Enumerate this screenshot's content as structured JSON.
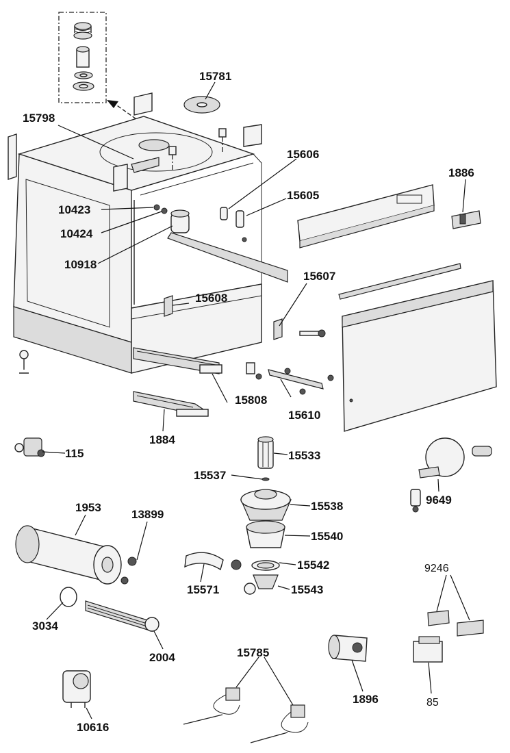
{
  "parts": [
    {
      "id": "p15781",
      "label": "15781"
    },
    {
      "id": "p15798",
      "label": "15798"
    },
    {
      "id": "p15606",
      "label": "15606"
    },
    {
      "id": "p1886",
      "label": "1886"
    },
    {
      "id": "p15605",
      "label": "15605"
    },
    {
      "id": "p10423",
      "label": "10423"
    },
    {
      "id": "p10424",
      "label": "10424"
    },
    {
      "id": "p10918",
      "label": "10918"
    },
    {
      "id": "p15607",
      "label": "15607"
    },
    {
      "id": "p15608",
      "label": "15608"
    },
    {
      "id": "p15808",
      "label": "15808"
    },
    {
      "id": "p15610",
      "label": "15610"
    },
    {
      "id": "p1884",
      "label": "1884"
    },
    {
      "id": "p115",
      "label": "115"
    },
    {
      "id": "p15533",
      "label": "15533"
    },
    {
      "id": "p15537",
      "label": "15537"
    },
    {
      "id": "p15538",
      "label": "15538"
    },
    {
      "id": "p9649",
      "label": "9649"
    },
    {
      "id": "p1953",
      "label": "1953"
    },
    {
      "id": "p13899",
      "label": "13899"
    },
    {
      "id": "p15540",
      "label": "15540"
    },
    {
      "id": "p15542",
      "label": "15542"
    },
    {
      "id": "p15571",
      "label": "15571"
    },
    {
      "id": "p15543",
      "label": "15543"
    },
    {
      "id": "p9246",
      "label": "9246"
    },
    {
      "id": "p3034",
      "label": "3034"
    },
    {
      "id": "p2004",
      "label": "2004"
    },
    {
      "id": "p15785",
      "label": "15785"
    },
    {
      "id": "p1896",
      "label": "1896"
    },
    {
      "id": "p85",
      "label": "85"
    },
    {
      "id": "p10616",
      "label": "10616"
    }
  ]
}
